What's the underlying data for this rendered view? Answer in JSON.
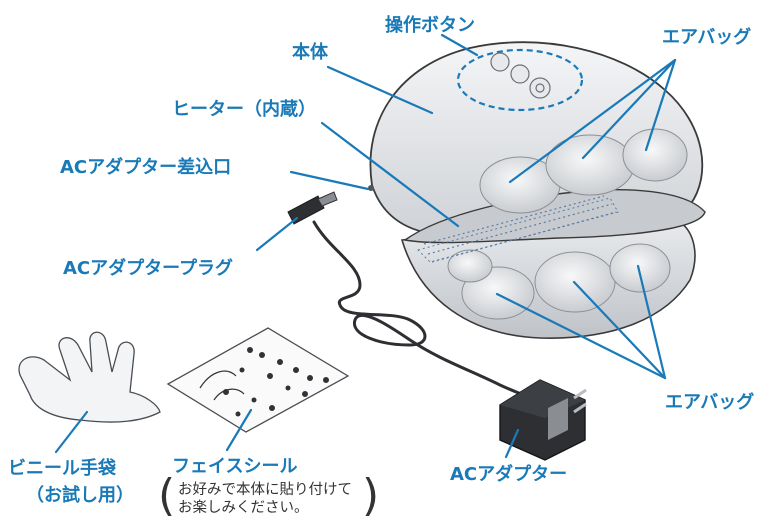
{
  "labels": {
    "operation_buttons": "操作ボタン",
    "main_body": "本体",
    "heater": "ヒーター（内蔵）",
    "ac_adapter_jack": "ACアダプター差込口",
    "ac_adapter_plug": "ACアダプタープラグ",
    "airbag_upper": "エアバッグ",
    "airbag_lower": "エアバッグ",
    "vinyl_gloves_line1": "ビニール手袋",
    "vinyl_gloves_line2": "（お試し用）",
    "face_seal": "フェイスシール",
    "face_seal_note_line1": "お好みで本体に貼り付けて",
    "face_seal_note_line2": "お楽しみください。",
    "ac_adapter": "ACアダプター"
  },
  "colors": {
    "label": "#1a7ab8",
    "leader": "#1a7ab8",
    "outline": "#3a3a3a",
    "body_fill": "#e4e6e9",
    "adapter_fill": "#2d2f33"
  }
}
